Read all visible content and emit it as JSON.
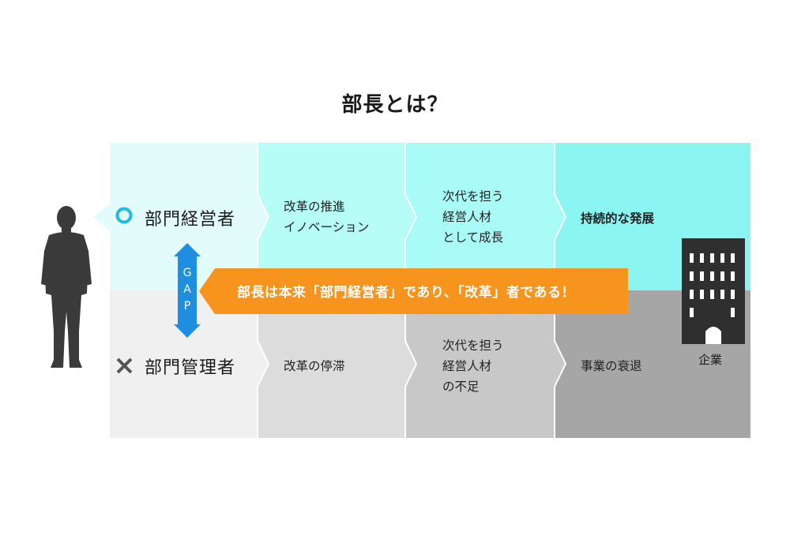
{
  "title": "部長とは？",
  "rows": {
    "top": {
      "mark": "circle",
      "label": "部門経営者",
      "cells": [
        [
          "改革の推進",
          "イノベーション"
        ],
        [
          "次代を担う",
          "経営人材",
          "として成長"
        ],
        [
          "持続的な発展"
        ]
      ]
    },
    "bottom": {
      "mark": "cross",
      "label": "部門管理者",
      "cells": [
        [
          "改革の停滞"
        ],
        [
          "次代を担う",
          "経営人材",
          "の不足"
        ],
        [
          "事業の衰退"
        ]
      ]
    }
  },
  "gap": {
    "letters": [
      "G",
      "A",
      "P"
    ]
  },
  "banner": {
    "text": "部長は本来「部門経営者」であり、「改革」者である！"
  },
  "company": {
    "label": "企業",
    "icon": "office-building-icon"
  },
  "person": {
    "icon": "businessman-silhouette-icon"
  },
  "colors": {
    "top_light": "#e2fcfb",
    "top_mid": "#b6fdf8",
    "top_strong": "#8af5f1",
    "bottom_light": "#f0f0f0",
    "bottom_mid": "#dcdcdc",
    "bottom_dark1": "#c8c8c8",
    "bottom_dark2": "#a6a6a6",
    "banner": "#f7941d",
    "gap": "#1e8fe0",
    "circle_mark": "#23b8e6",
    "cross_mark": "#555555",
    "silhouette": "#3a3a3a",
    "building": "#2f2f2f"
  }
}
